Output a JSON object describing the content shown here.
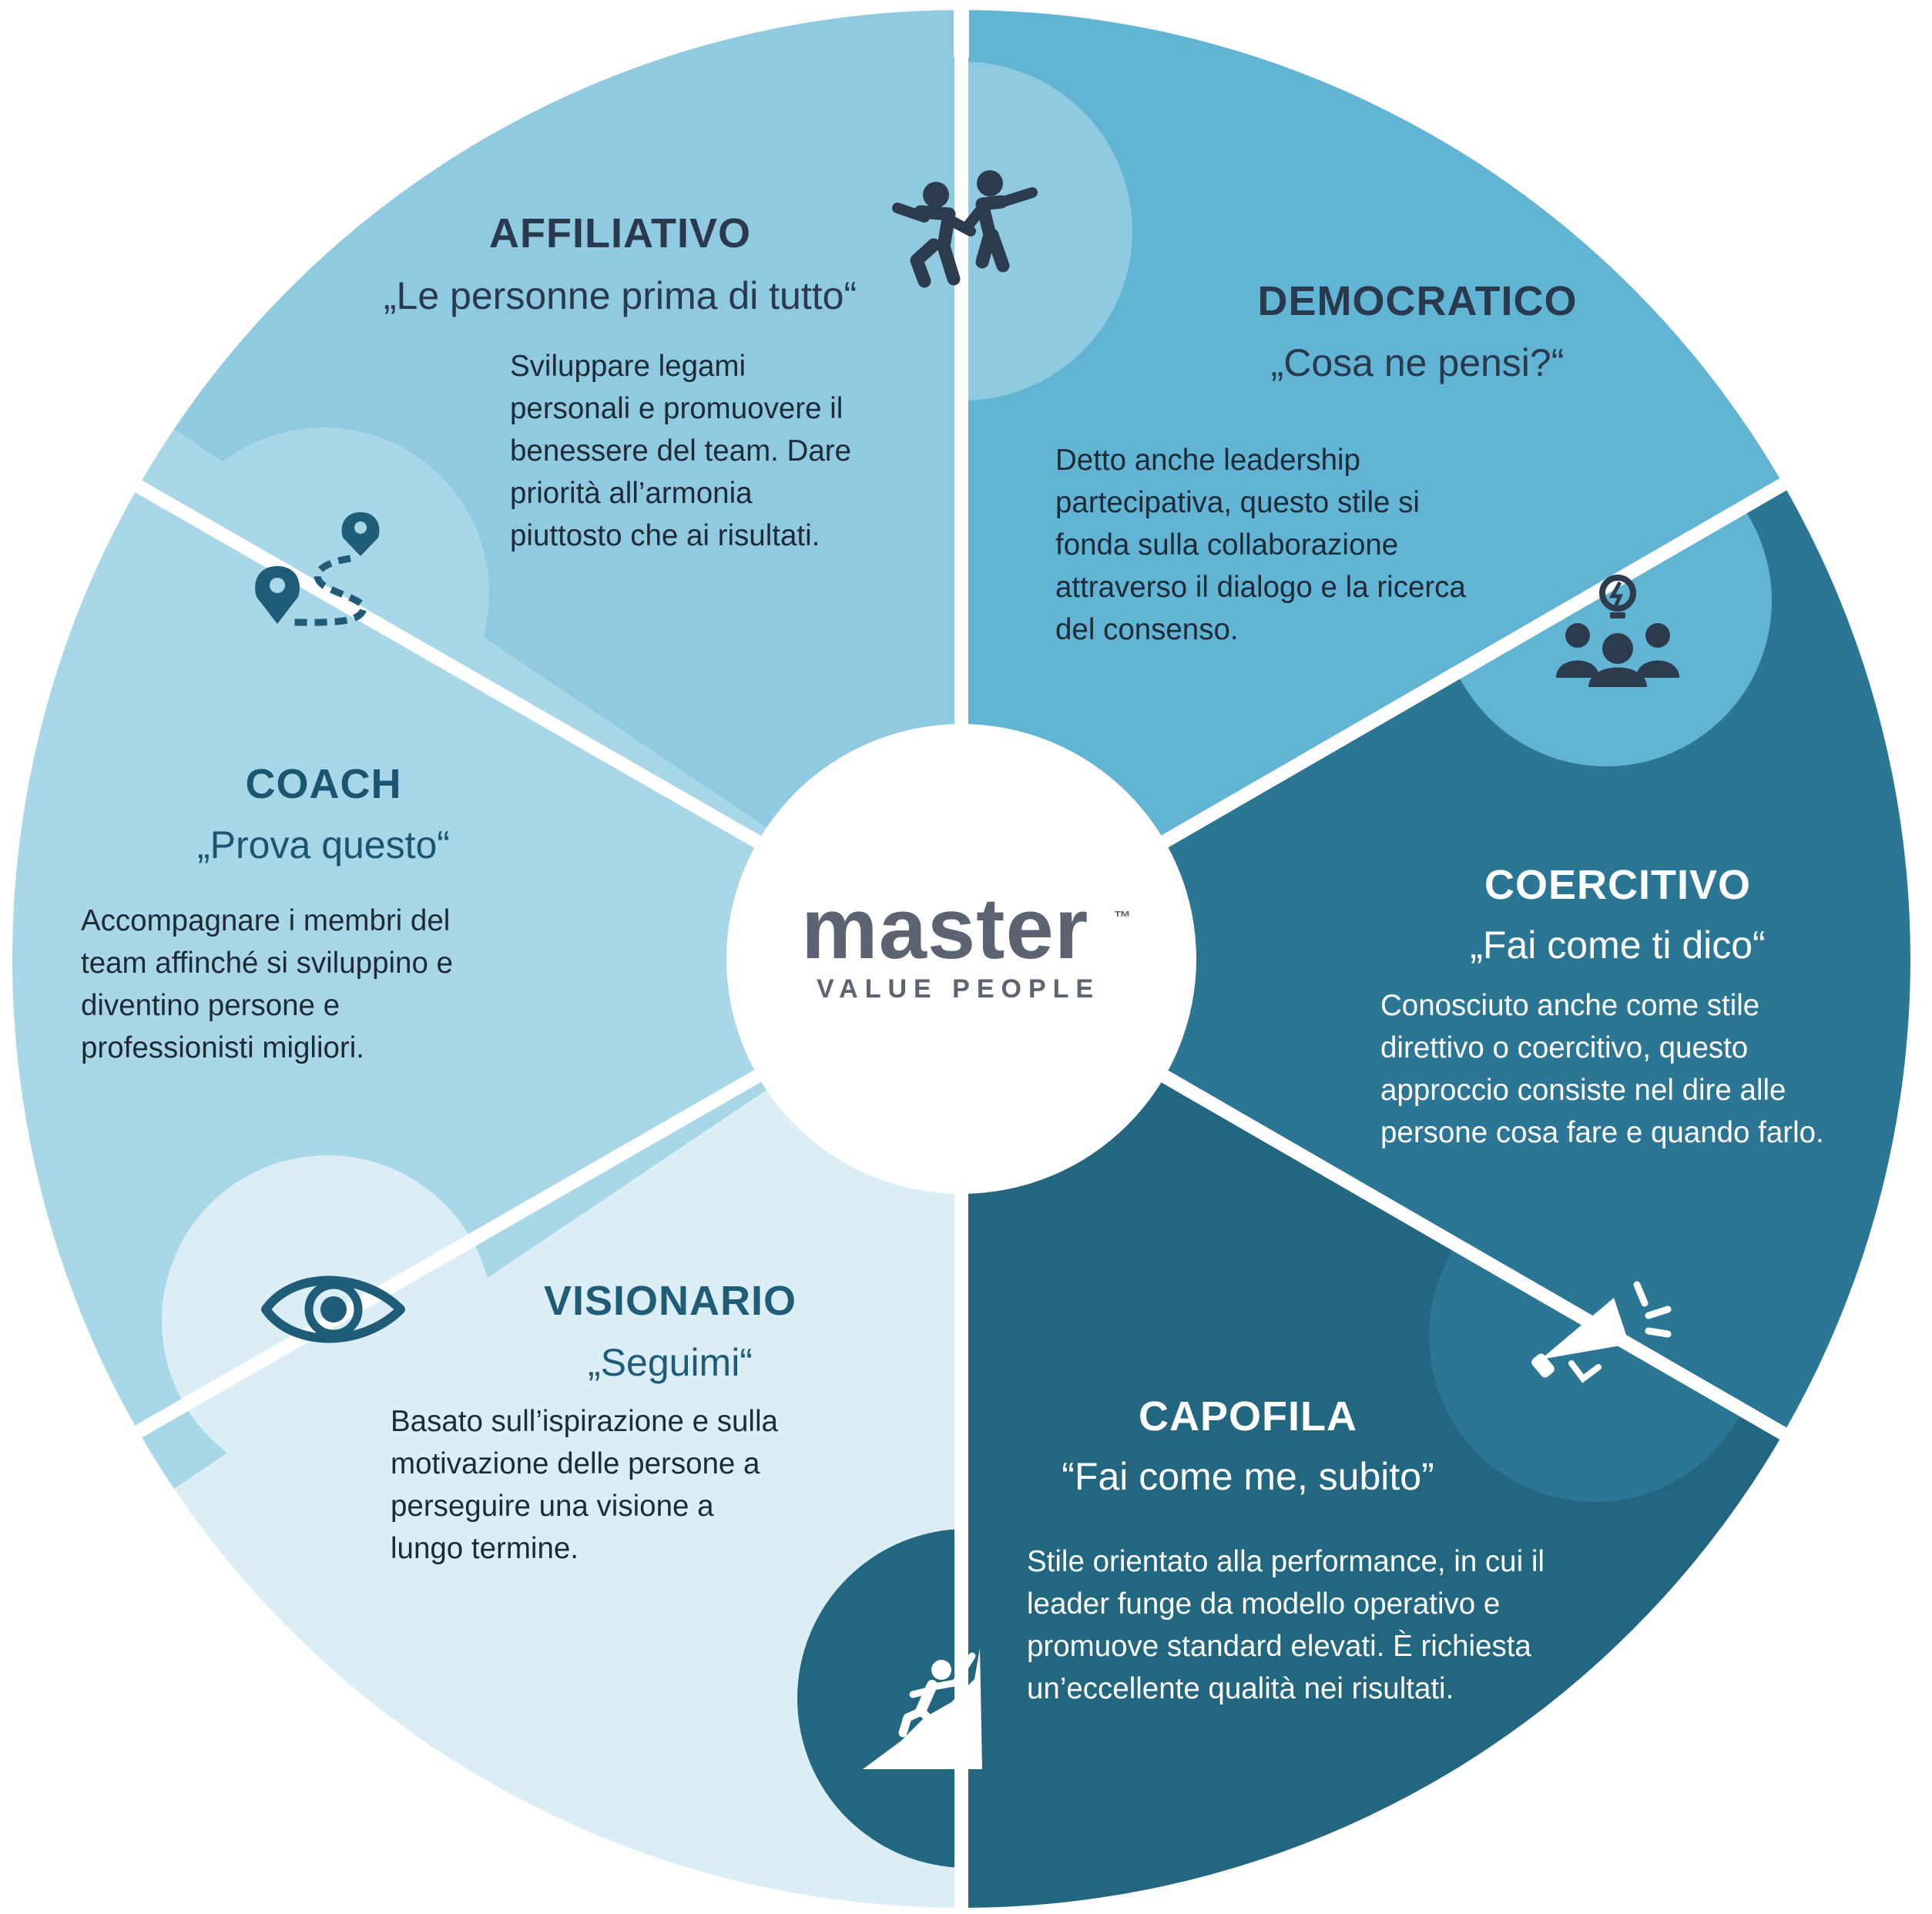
{
  "colors": {
    "affiliativo": "#90cae0",
    "democratico": "#62b4d4",
    "coercitivo": "#2c7695",
    "capofila": "#226680",
    "visionario": "#dceef5",
    "coach": "#a8d7e7",
    "center": "#ffffff",
    "logo": "#5b6470"
  },
  "logo": {
    "name": "master",
    "tm": "™",
    "tagline": "VALUE PEOPLE"
  },
  "sections": {
    "affiliativo": {
      "title": "AFFILIATIVO",
      "quote": "„Le personne prima di tutto“",
      "desc": [
        "Sviluppare legami",
        "personali e promuovere il",
        "benessere del team. Dare",
        "priorità all’armonia",
        "piuttosto che ai risultati."
      ],
      "icon": "dancing-people-icon"
    },
    "democratico": {
      "title": "DEMOCRATICO",
      "quote": "„Cosa ne pensi?“",
      "desc": [
        "Detto anche leadership",
        "partecipativa, questo stile si",
        "fonda sulla collaborazione",
        "attraverso il dialogo e la ricerca",
        "del consenso."
      ],
      "icon": "team-idea-icon"
    },
    "coercitivo": {
      "title": "COERCITIVO",
      "quote": "„Fai come ti dico“",
      "desc": [
        "Conosciuto anche come stile",
        "direttivo o coercitivo, questo",
        "approccio consiste nel dire alle",
        "persone cosa fare e quando farlo."
      ],
      "icon": "megaphone-icon"
    },
    "capofila": {
      "title": "CAPOFILA",
      "quote": "“Fai come me, subito”",
      "desc": [
        "Stile orientato alla performance, in cui il",
        "leader funge da modello operativo e",
        "promuove standard elevati. È richiesta",
        "un’eccellente qualità nei risultati."
      ],
      "icon": "climber-icon"
    },
    "visionario": {
      "title": "VISIONARIO",
      "quote": "„Seguimi“",
      "desc": [
        "Basato sull’ispirazione e sulla",
        "motivazione delle persone a",
        "perseguire una visione a",
        "lungo termine."
      ],
      "icon": "eye-icon"
    },
    "coach": {
      "title": "COACH",
      "quote": "„Prova questo“",
      "desc": [
        "Accompagnare i membri del",
        "team affinché si sviluppino e",
        "diventino persone e",
        "professionisti migliori."
      ],
      "icon": "route-map-icon"
    }
  }
}
